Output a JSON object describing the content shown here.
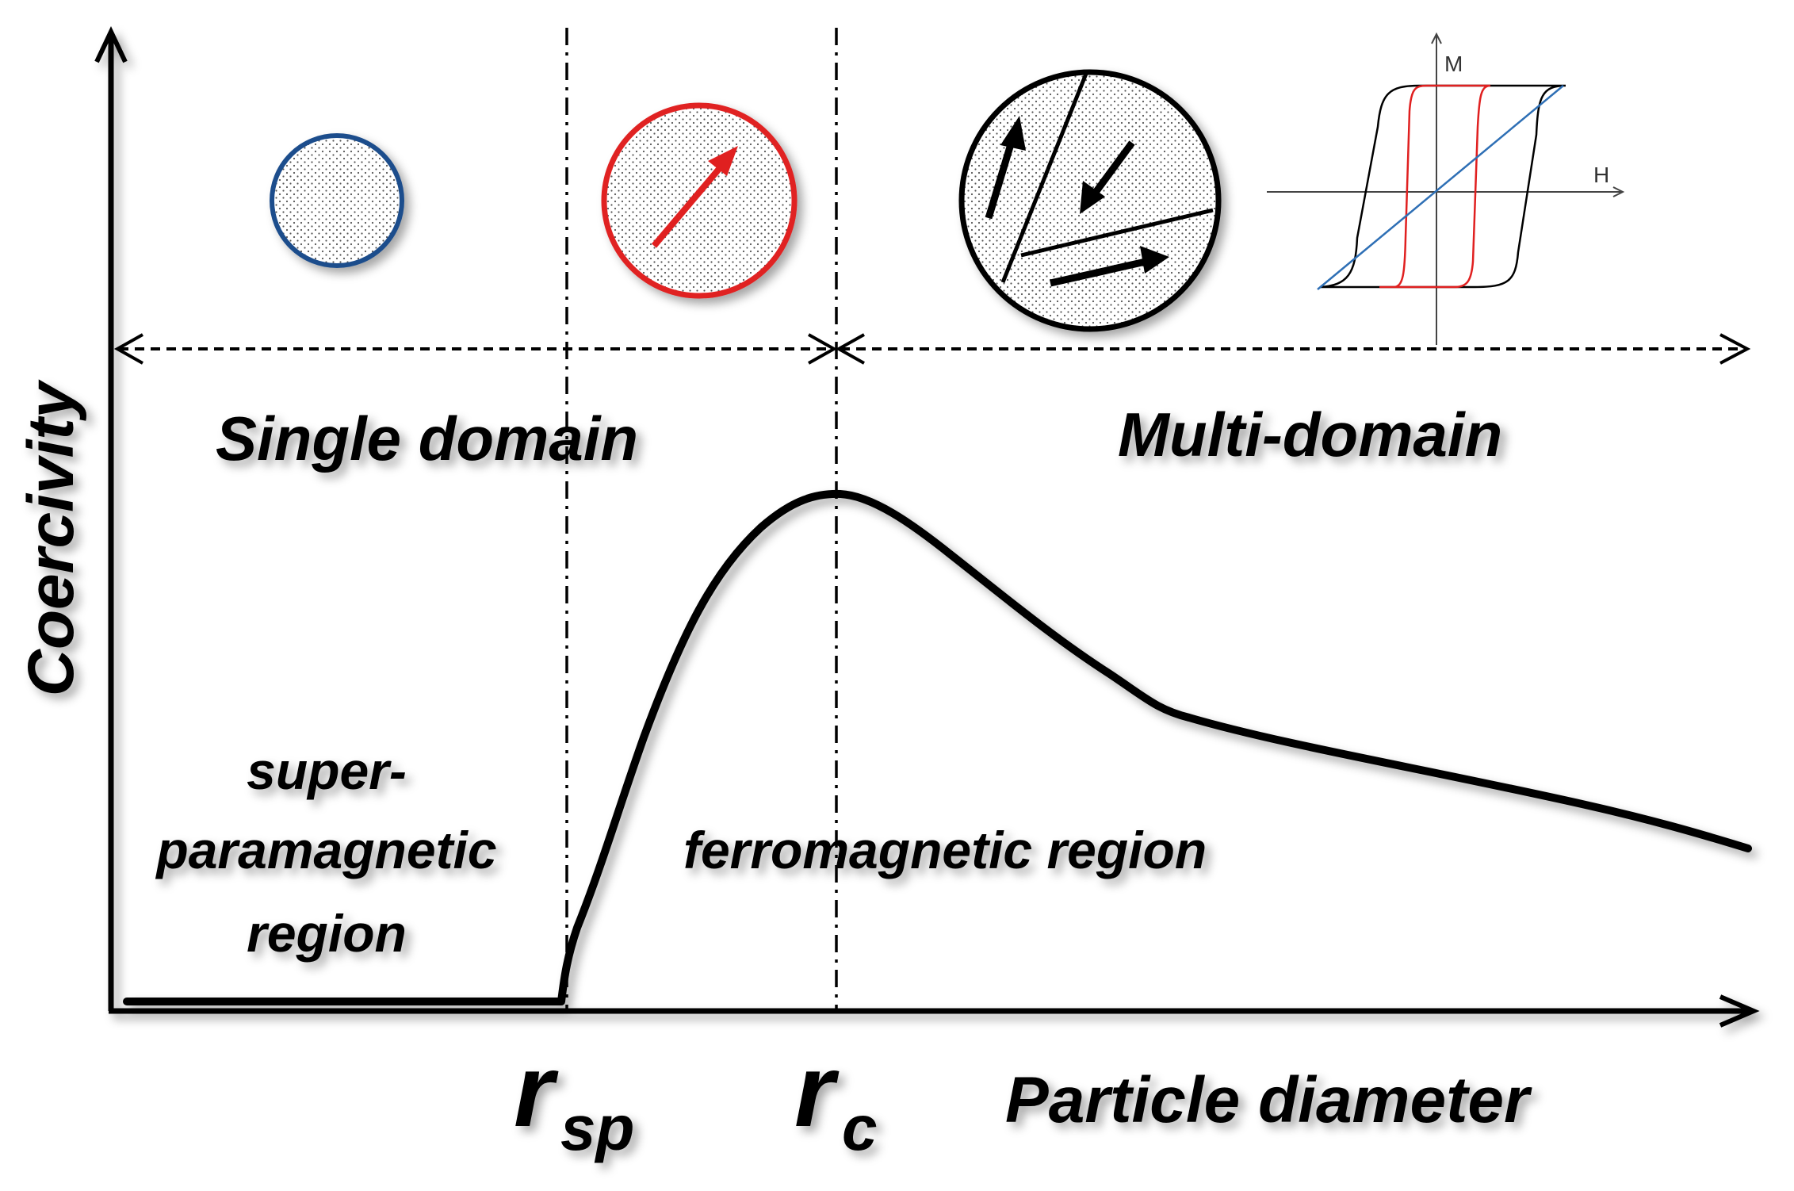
{
  "labels": {
    "y_axis": "Coercivity",
    "x_axis": "Particle diameter",
    "single_domain": "Single domain",
    "multi_domain": "Multi-domain",
    "super_line1": "super-",
    "super_line2": "paramagnetic",
    "super_line3": "region",
    "ferro": "ferromagnetic region",
    "rsp_main": "r",
    "rsp_sub": "sp",
    "rc_main": "r",
    "rc_sub": "c",
    "inset_m": "M",
    "inset_h": "H"
  },
  "colors": {
    "curve": "#000000",
    "superparamagnetic_particle": "#1f4e8c",
    "single_domain_particle": "#e02020",
    "hysteresis_wide": "#000000",
    "hysteresis_narrow": "#e02020",
    "hysteresis_linear": "#2e6fb5"
  }
}
